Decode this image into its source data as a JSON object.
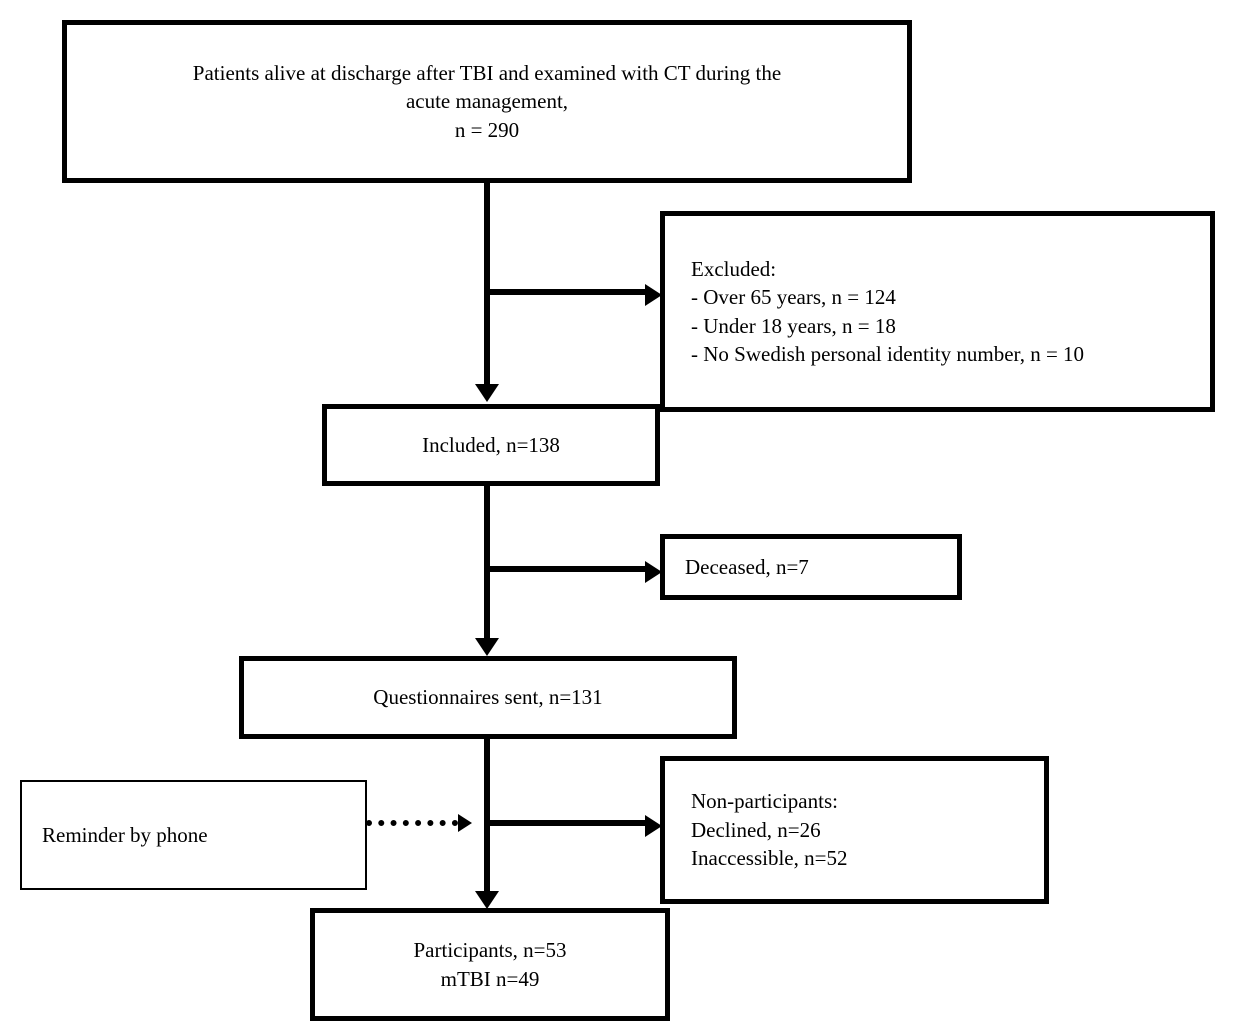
{
  "figure": {
    "type": "flowchart",
    "title": "Study participant flow diagram",
    "background_color": "#ffffff",
    "line_color": "#000000"
  },
  "nodes": {
    "source": {
      "id": "source-population",
      "lines": [
        "Patients alive at discharge after TBI and examined with CT during the",
        "acute management,",
        "n = 290"
      ],
      "n": 290
    },
    "excluded": {
      "id": "excluded",
      "lines": [
        "Excluded:",
        "- Over 65 years, n = 124",
        "- Under 18 years, n = 18",
        "- No Swedish personal identity number, n = 10"
      ],
      "items": [
        {
          "label": "Over 65 years",
          "n": 124
        },
        {
          "label": "Under 18 years",
          "n": 18
        },
        {
          "label": "No Swedish personal identity number",
          "n": 10
        }
      ]
    },
    "included": {
      "id": "included",
      "lines": [
        "Included, n=138"
      ],
      "n": 138
    },
    "deceased": {
      "id": "deceased",
      "lines": [
        "Deceased, n=7"
      ],
      "n": 7
    },
    "questionnaires": {
      "id": "questionnaires-sent",
      "lines": [
        "Questionnaires sent, n=131"
      ],
      "n": 131
    },
    "reminder": {
      "id": "reminder-by-phone",
      "lines": [
        "Reminder by phone"
      ]
    },
    "nonparticipants": {
      "id": "non-participants",
      "lines": [
        "Non-participants:",
        "Declined, n=26",
        "Inaccessible, n=52"
      ],
      "items": [
        {
          "label": "Declined",
          "n": 26
        },
        {
          "label": "Inaccessible",
          "n": 52
        }
      ]
    },
    "participants": {
      "id": "participants",
      "lines": [
        "Participants, n=53",
        "mTBI n=49"
      ],
      "n": 53,
      "mtbi_n": 49
    }
  },
  "edges": [
    {
      "id": "source-to-included",
      "from": "source",
      "to": "included",
      "style": "solid",
      "direction": "down"
    },
    {
      "id": "source-to-excluded",
      "from": "source",
      "to": "excluded",
      "style": "solid",
      "direction": "right"
    },
    {
      "id": "included-to-questionnaires",
      "from": "included",
      "to": "questionnaires",
      "style": "solid",
      "direction": "down"
    },
    {
      "id": "included-to-deceased",
      "from": "included",
      "to": "deceased",
      "style": "solid",
      "direction": "right"
    },
    {
      "id": "questionnaires-to-participants",
      "from": "questionnaires",
      "to": "participants",
      "style": "solid",
      "direction": "down"
    },
    {
      "id": "questionnaires-to-nonparticipants",
      "from": "questionnaires",
      "to": "nonparticipants",
      "style": "solid",
      "direction": "right"
    },
    {
      "id": "reminder-to-flow",
      "from": "reminder",
      "to": "questionnaires-to-participants",
      "style": "dotted",
      "direction": "right"
    }
  ]
}
